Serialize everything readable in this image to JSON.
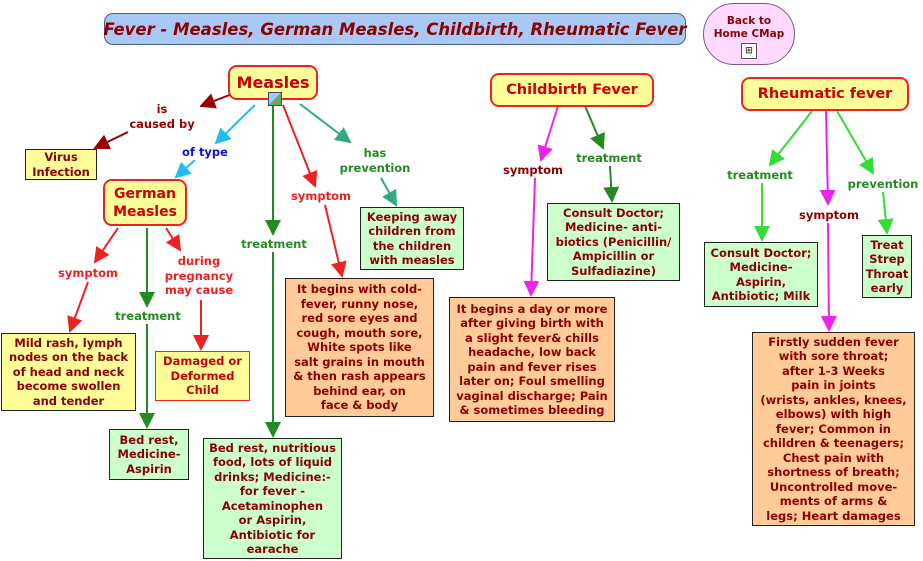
{
  "title": "Fever - Measles, German Measles, Childbirth, Rheumatic Fever",
  "home_link": [
    "Back to",
    "Home CMap"
  ],
  "concepts": {
    "measles": "Measles",
    "german_measles": [
      "German",
      "Measles"
    ],
    "childbirth_fever": "Childbirth Fever",
    "rheumatic_fever": "Rheumatic fever",
    "virus_infection": [
      "Virus",
      "Infection"
    ],
    "keeping_away": [
      "Keeping away",
      "children from",
      "the children",
      "with measles"
    ],
    "measles_symptom": [
      "It begins with cold-",
      "fever, runny nose,",
      "red sore eyes and",
      "cough, mouth sore,",
      "White spots like",
      "salt grains in mouth",
      "& then rash appears",
      "behind ear, on",
      "face & body"
    ],
    "measles_treatment": [
      "Bed rest, nutritious",
      "food, lots of liquid",
      "drinks; Medicine:-",
      "for fever -",
      "Acetaminophen",
      "or Aspirin,",
      "Antibiotic for",
      "earache"
    ],
    "german_symptom": [
      "Mild rash, lymph",
      "nodes on the back",
      "of head and neck",
      "become swollen",
      "and tender"
    ],
    "german_treatment": [
      "Bed rest,",
      "Medicine-",
      "Aspirin"
    ],
    "damaged_child": [
      "Damaged or",
      "Deformed",
      "Child"
    ],
    "childbirth_treatment": [
      "Consult Doctor;",
      "Medicine- anti-",
      "biotics (Penicillin/",
      "Ampicillin or",
      "Sulfadiazine)"
    ],
    "childbirth_symptom": [
      "It begins a day or more",
      "after giving birth with",
      "a slight fever& chills",
      "headache, low back",
      "pain and fever rises",
      "later on; Foul smelling",
      "vaginal discharge; Pain",
      "& sometimes bleeding"
    ],
    "rheumatic_treatment": [
      "Consult Doctor;",
      "Medicine-",
      "Aspirin,",
      "Antibiotic; Milk"
    ],
    "rheumatic_prevention": [
      "Treat",
      "Strep",
      "Throat",
      "early"
    ],
    "rheumatic_symptom": [
      "Firstly sudden fever",
      "with sore throat;",
      "after 1-3 Weeks",
      "pain in joints",
      "(wrists, ankles, knees,",
      "elbows) with high",
      "fever; Common in",
      "children & teenagers;",
      "Chest pain with",
      "shortness of breath;",
      "Uncontrolled move-",
      "ments of arms &",
      "legs; Heart damages"
    ]
  },
  "links": {
    "is_caused_by": [
      "is",
      "caused by"
    ],
    "of_type": "of type",
    "treatment": "treatment",
    "symptom": "symptom",
    "has_prevention": [
      "has",
      "prevention"
    ],
    "during_pregnancy": [
      "during",
      "pregnancy",
      "may cause"
    ],
    "prevention": "prevention"
  },
  "colors": {
    "title_bg": "#a9c8f3",
    "home_bg": "#ffd9ff",
    "concept_yellow": "#ffff99",
    "concept_green": "#ccffcc",
    "concept_orange": "#ffcc99",
    "text_dark_red": "#8b0000",
    "red_link": "#ee2222",
    "green_link": "#228b22",
    "magenta_link": "#ee22ee",
    "bright_green_link": "#33dd33",
    "cyan_link": "#22bbee",
    "teal_link": "#33aa77"
  },
  "icons": [
    "picture-icon",
    "cmap-hierarchy-icon"
  ]
}
